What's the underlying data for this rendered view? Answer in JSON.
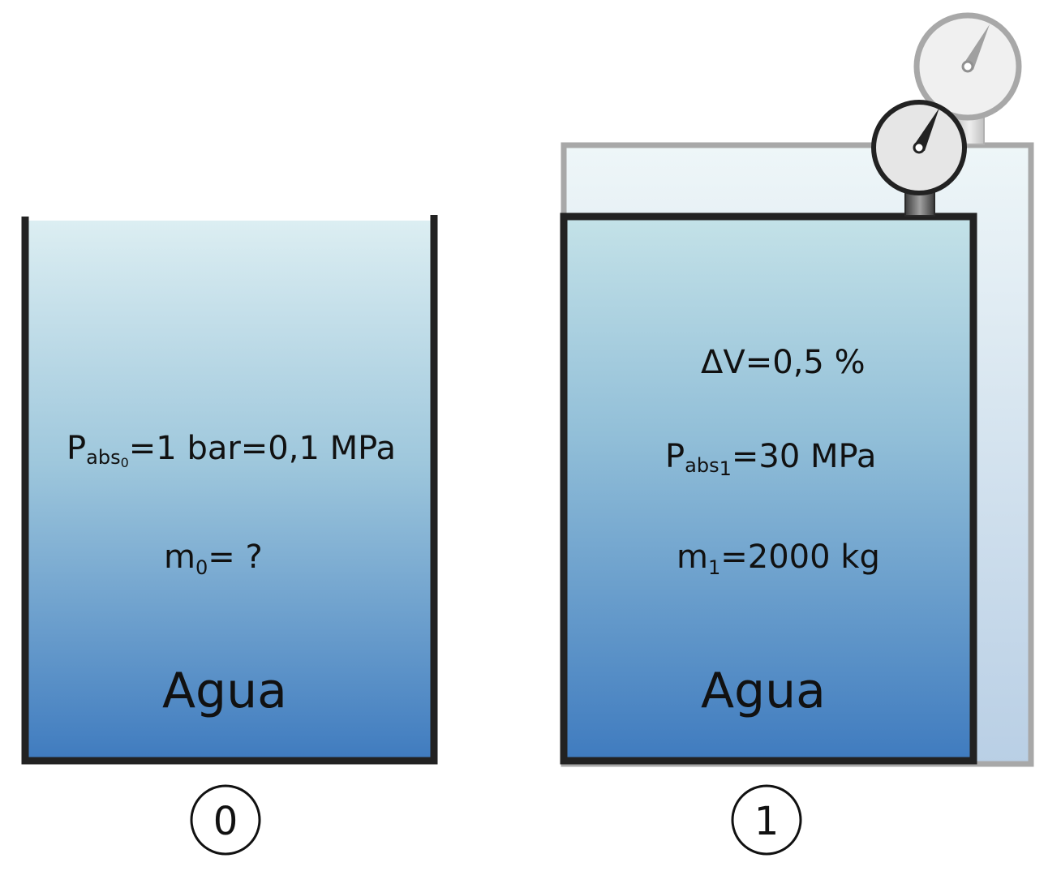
{
  "left_tank": {
    "pressure": {
      "main": "P",
      "sub": "abs",
      "subsub": "0",
      "rest": "=1 bar=0,1 MPa"
    },
    "mass": {
      "main": "m",
      "sub": "0",
      "rest": "= ?"
    },
    "fluid": "Agua",
    "state_number": "0"
  },
  "right_tank": {
    "delta_v": "ΔV=0,5 %",
    "pressure": {
      "main": "P",
      "sub": "abs",
      "subsub": "1",
      "rest": "=30 MPa"
    },
    "mass": {
      "main": "m",
      "sub": "1",
      "rest": "=2000 kg"
    },
    "fluid": "Agua",
    "state_number": "1"
  },
  "colors": {
    "water_top": "#dceef2",
    "water_bottom": "#3f7bbf",
    "tank_wall": "#222222",
    "ghost_wall": "#a8a8a8"
  }
}
